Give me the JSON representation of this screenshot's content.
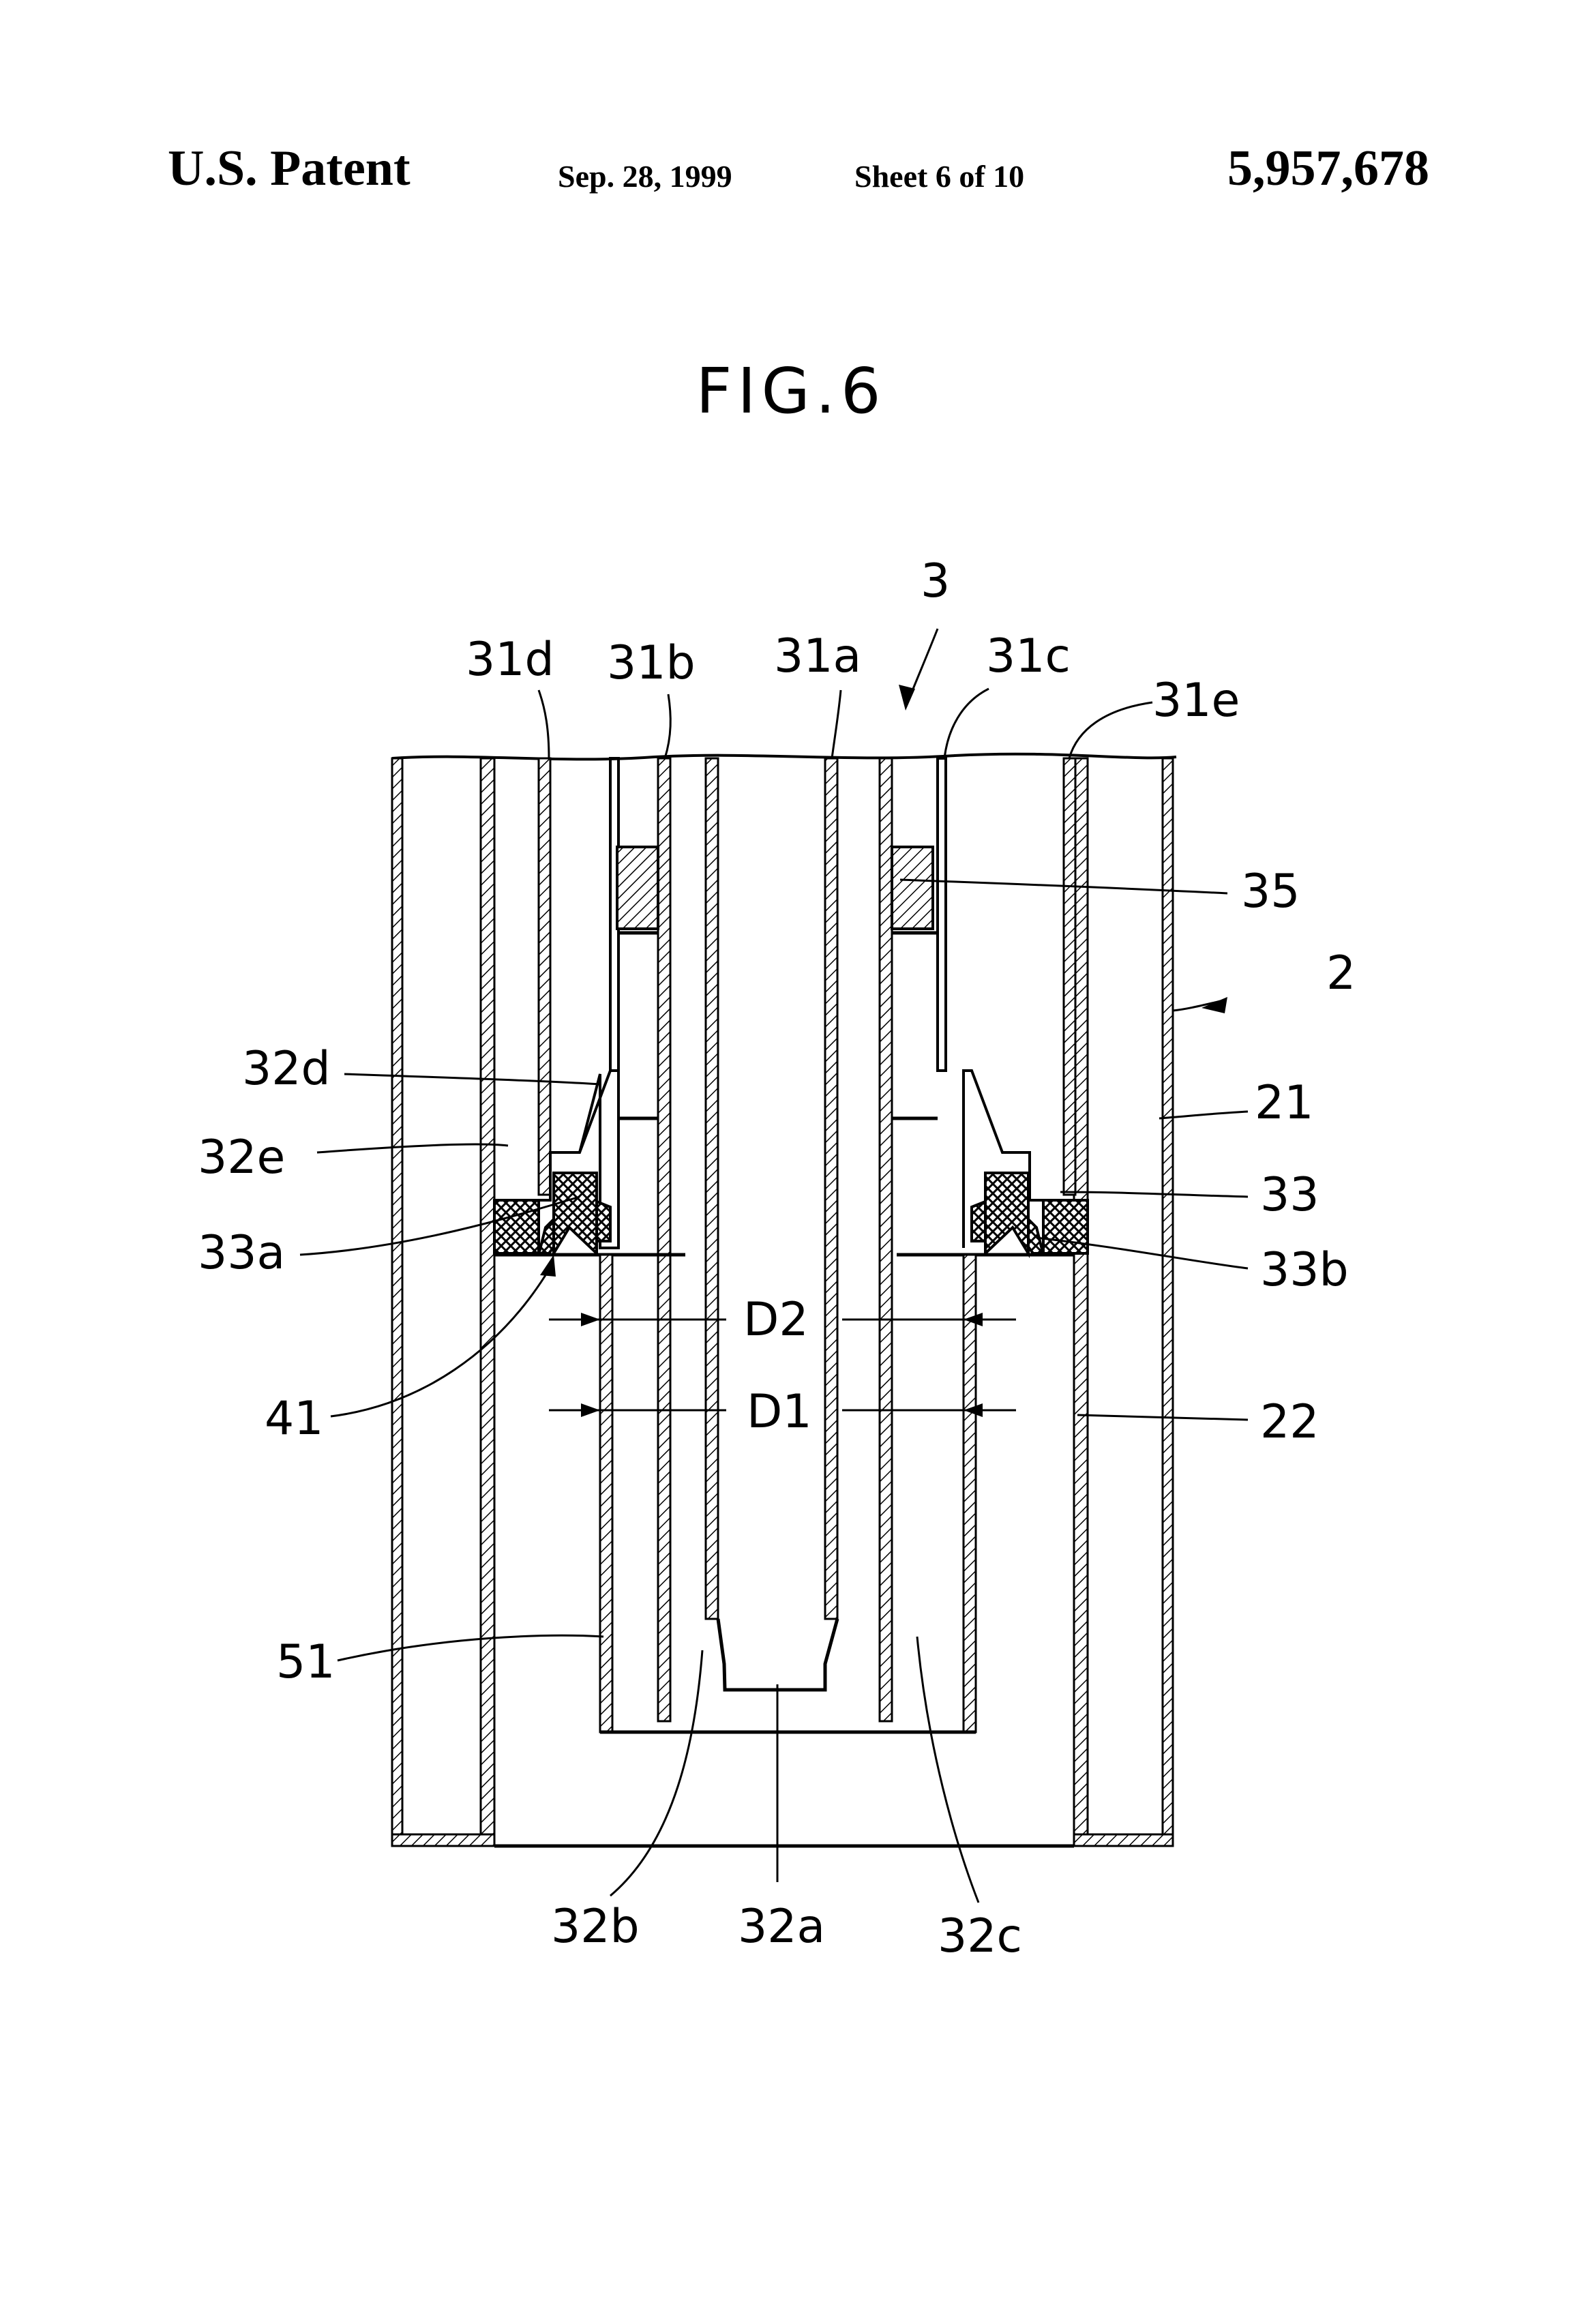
{
  "header": {
    "left": "U.S. Patent",
    "date": "Sep. 28, 1999",
    "sheet": "Sheet 6 of 10",
    "number": "5,957,678"
  },
  "figure": {
    "title": "FIG.6",
    "labels": {
      "l3": "3",
      "l31a": "31a",
      "l31b": "31b",
      "l31c": "31c",
      "l31d": "31d",
      "l31e": "31e",
      "l35": "35",
      "l2": "2",
      "l21": "21",
      "l32d": "32d",
      "l32e": "32e",
      "l33": "33",
      "l33a": "33a",
      "l33b": "33b",
      "lD2": "D2",
      "lD1": "D1",
      "l41": "41",
      "l22": "22",
      "l51": "51",
      "l32b": "32b",
      "l32a": "32a",
      "l32c": "32c"
    }
  }
}
